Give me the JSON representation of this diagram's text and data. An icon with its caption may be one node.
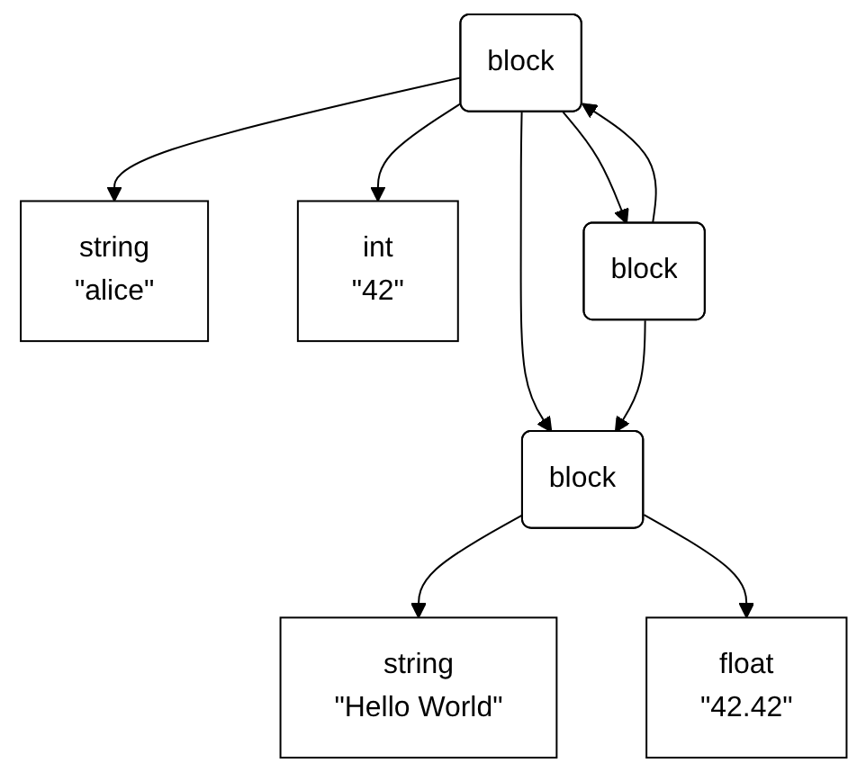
{
  "diagram": {
    "nodes": [
      {
        "text": [
          "block"
        ]
      },
      {
        "text": [
          "string",
          "\"alice\""
        ]
      },
      {
        "text": [
          "int",
          "\"42\""
        ]
      },
      {
        "text": [
          "block"
        ]
      },
      {
        "text": [
          "block"
        ]
      },
      {
        "text": [
          "string",
          "\"Hello World\""
        ]
      },
      {
        "text": [
          "float",
          "\"42.42\""
        ]
      }
    ],
    "edges": [
      {
        "from": 0,
        "to": 1,
        "arrow": "to"
      },
      {
        "from": 0,
        "to": 4,
        "arrow": "to"
      },
      {
        "from": 0,
        "to": 2,
        "arrow": "to"
      },
      {
        "from": 0,
        "to": 3,
        "arrow": "to"
      },
      {
        "from": 3,
        "to": 4,
        "arrow": "to"
      },
      {
        "from": 3,
        "to": 0,
        "arrow": "to"
      },
      {
        "from": 4,
        "to": 5,
        "arrow": "to"
      },
      {
        "from": 4,
        "to": 6,
        "arrow": "to"
      }
    ]
  }
}
